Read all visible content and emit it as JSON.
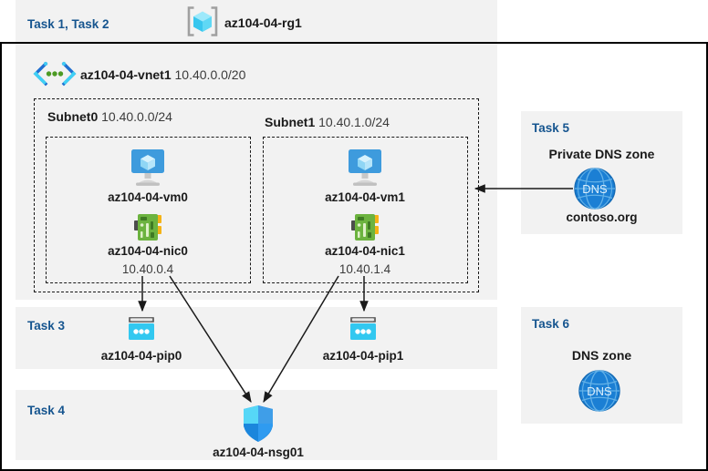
{
  "diagram": {
    "title": "Azure lab resource topology",
    "colors": {
      "panel_bg": "#f2f2f2",
      "task_label": "#16558f",
      "text": "#1a1a1a",
      "subtext": "#3b3b3b",
      "azure_blue": "#0078d4",
      "cyan": "#32c8f0",
      "nic_green": "#6cb33f",
      "dns_blue": "#1b7fd4",
      "border": "#000000"
    }
  },
  "header": {
    "task_label": "Task 1, Task 2",
    "resource_group_icon": "resource-group-icon",
    "resource_group_name": "az104-04-rg1"
  },
  "vnet": {
    "icon": "virtual-network-icon",
    "name": "az104-04-vnet1",
    "cidr": "10.40.0.0/20",
    "subnets": [
      {
        "name": "Subnet0",
        "cidr": "10.40.0.0/24",
        "vm": {
          "icon": "virtual-machine-icon",
          "name": "az104-04-vm0"
        },
        "nic": {
          "icon": "network-interface-icon",
          "name": "az104-04-nic0",
          "ip": "10.40.0.4"
        }
      },
      {
        "name": "Subnet1",
        "cidr": "10.40.1.0/24",
        "vm": {
          "icon": "virtual-machine-icon",
          "name": "az104-04-vm1"
        },
        "nic": {
          "icon": "network-interface-icon",
          "name": "az104-04-nic1",
          "ip": "10.40.1.4"
        }
      }
    ]
  },
  "task3": {
    "task_label": "Task 3",
    "public_ips": [
      {
        "icon": "public-ip-address-icon",
        "name": "az104-04-pip0"
      },
      {
        "icon": "public-ip-address-icon",
        "name": "az104-04-pip1"
      }
    ]
  },
  "task4": {
    "task_label": "Task 4",
    "nsg": {
      "icon": "network-security-group-icon",
      "name": "az104-04-nsg01"
    }
  },
  "task5": {
    "task_label": "Task 5",
    "heading": "Private DNS zone",
    "icon": "dns-zone-icon",
    "icon_text": "DNS",
    "zone_name": "contoso.org"
  },
  "task6": {
    "task_label": "Task 6",
    "heading": "DNS zone",
    "icon": "dns-zone-icon",
    "icon_text": "DNS"
  },
  "connections": [
    {
      "name": "nic0-to-pip0",
      "from": "az104-04-nic0",
      "to": "az104-04-pip0"
    },
    {
      "name": "nic1-to-pip1",
      "from": "az104-04-nic1",
      "to": "az104-04-pip1"
    },
    {
      "name": "nic0-to-nsg01",
      "from": "az104-04-nic0",
      "to": "az104-04-nsg01"
    },
    {
      "name": "nic1-to-nsg01",
      "from": "az104-04-nic1",
      "to": "az104-04-nsg01"
    },
    {
      "name": "private-dns-to-subnet1",
      "from": "contoso.org",
      "to": "Subnet1"
    }
  ]
}
